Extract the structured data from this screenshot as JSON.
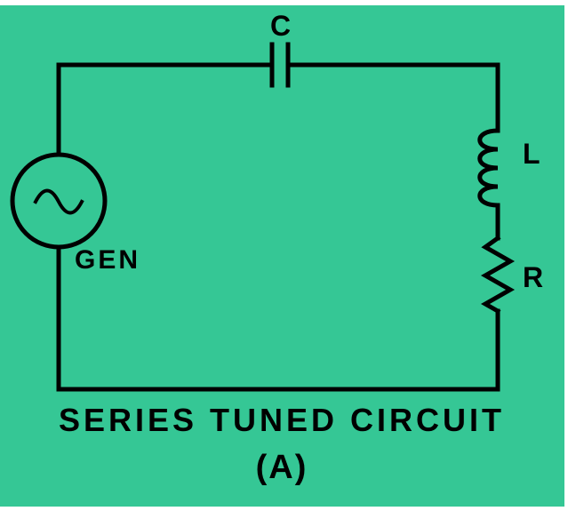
{
  "diagram": {
    "labels": {
      "capacitor": "C",
      "generator": "GEN",
      "inductor": "L",
      "resistor": "R"
    },
    "caption": "SERIES TUNED CIRCUIT",
    "subcaption": "(A)",
    "colors": {
      "background": "#35C795",
      "line": "#000000"
    }
  }
}
